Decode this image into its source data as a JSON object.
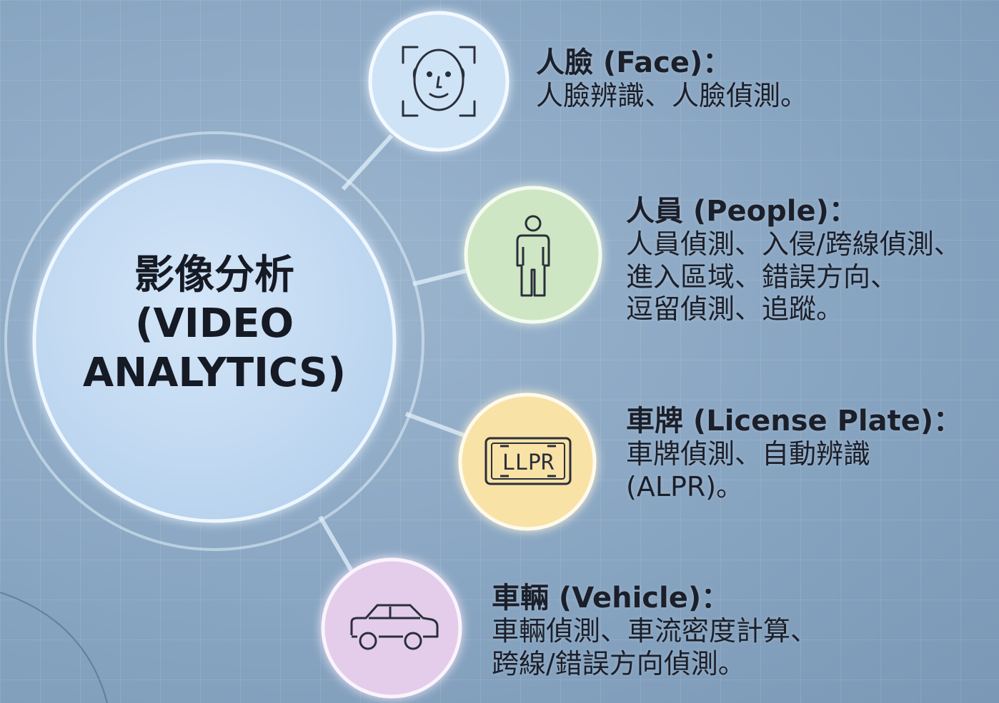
{
  "hub": {
    "line1": "影像分析",
    "line2": "(VIDEO",
    "line3": "ANALYTICS)"
  },
  "nodes": [
    {
      "id": "face",
      "icon": "face-scan-icon",
      "color": "#cfe3f7",
      "title": "人臉 (Face)：",
      "lines": [
        "人臉辨識、人臉偵測。"
      ]
    },
    {
      "id": "people",
      "icon": "person-icon",
      "color": "#cfe6c4",
      "title": "人員 (People)：",
      "lines": [
        "人員偵測、入侵/跨線偵測、",
        "進入區域、錯誤方向、",
        "逗留偵測、追蹤。"
      ]
    },
    {
      "id": "license-plate",
      "icon": "license-plate-icon",
      "icon_text": "LLPR",
      "color": "#f8e2a6",
      "title": "車牌 (License Plate)：",
      "lines": [
        "車牌偵測、自動辨識",
        "(ALPR)。"
      ]
    },
    {
      "id": "vehicle",
      "icon": "car-icon",
      "color": "#e3cdea",
      "title": "車輛 (Vehicle)：",
      "lines": [
        "車輛偵測、車流密度計算、",
        "跨線/錯誤方向偵測。"
      ]
    }
  ]
}
